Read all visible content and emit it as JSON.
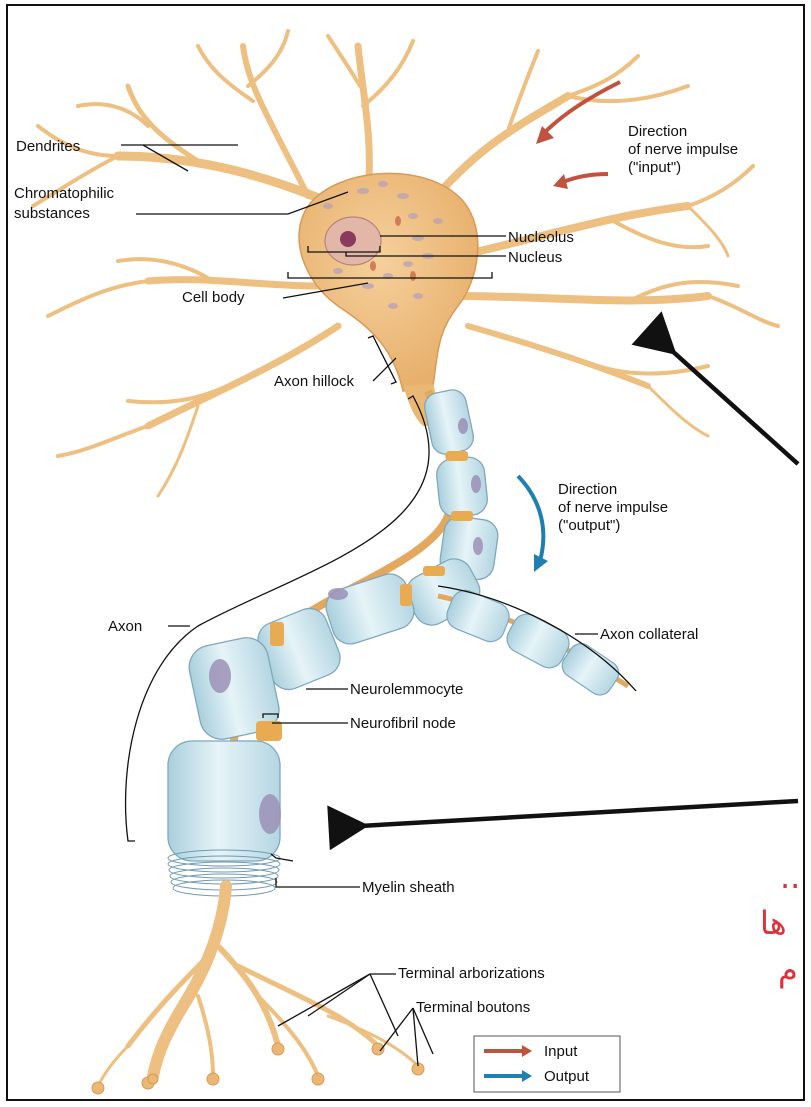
{
  "labels": {
    "dendrites": "Dendrites",
    "chromatophilic_1": "Chromatophilic",
    "chromatophilic_2": "substances",
    "dir_in_1": "Direction",
    "dir_in_2": "of nerve impulse",
    "dir_in_3": "(\"input\")",
    "nucleolus": "Nucleolus",
    "nucleus": "Nucleus",
    "cell_body": "Cell body",
    "axon_hillock": "Axon hillock",
    "dir_out_1": "Direction",
    "dir_out_2": "of nerve impulse",
    "dir_out_3": "(\"output\")",
    "axon": "Axon",
    "axon_collateral": "Axon collateral",
    "neurolemmocyte": "Neurolemmocyte",
    "neurofibril_node": "Neurofibril node",
    "myelin_sheath": "Myelin sheath",
    "terminal_arborizations": "Terminal arborizations",
    "terminal_boutons": "Terminal boutons"
  },
  "legend": {
    "input": "Input",
    "output": "Output",
    "input_color": "#c0533e",
    "output_color": "#1f7fb0"
  },
  "arabic_fragments": [
    "..",
    "ها",
    "م"
  ],
  "colors": {
    "neuron": "#f2c98c",
    "neuron_dark": "#e0a760",
    "myelin": "#c9e4ee",
    "myelin_edge": "#8fb7c8",
    "node": "#e2a24e",
    "annotation": "#e0303a"
  }
}
